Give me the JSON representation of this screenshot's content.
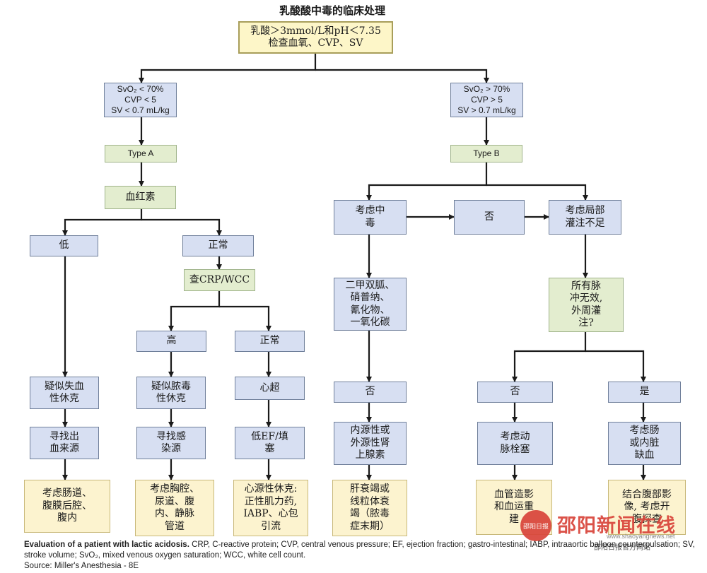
{
  "title": "乳酸酸中毒的临床处理",
  "nodes": {
    "start": "乳酸＞3mmol/L和pH＜7.35\n检查血氧、CVP、SV",
    "left_criteria": "SvO₂ < 70%\nCVP < 5\nSV < 0.7 mL/kg",
    "right_criteria": "SvO₂ > 70%\nCVP > 5\nSV > 0.7 mL/kg",
    "type_a": "Type A",
    "type_b": "Type B",
    "hemoglobin": "血红素",
    "low": "低",
    "normal_hb": "正常",
    "check_crp": "查CRP/WCC",
    "high": "高",
    "normal_crp": "正常",
    "hemorrhagic_shock": "疑似失血\n性休克",
    "find_bleeding": "寻找出\n血来源",
    "bleeding_sites": "考虑肠道、\n腹膜后腔、\n腹内",
    "septic_shock": "疑似脓毒\n性休克",
    "find_infection": "寻找感\n染源",
    "infection_sites": "考虑胸腔、\n尿道、腹\n内、静脉\n管道",
    "echo": "心超",
    "low_ef": "低EF/填\n塞",
    "cardiogenic_shock": "心源性休克:\n正性肌力药,\nIABP、心包\n引流",
    "poisoning": "考虑中\n毒",
    "no_mid": "否",
    "local_hypoperfusion": "考虑局部\n灌注不足",
    "toxins": "二甲双胍、\n硝普纳、\n氰化物、\n一氧化碳",
    "no_toxins": "否",
    "endogenous": "内源性或\n外源性肾\n上腺素",
    "liver_failure": "肝衰竭或\n线粒体衰\n竭（脓毒\n症末期）",
    "pulses_question": "所有脉\n冲无效,\n外周灌\n注?",
    "pulses_no": "否",
    "pulses_yes": "是",
    "arterial_embolism": "考虑动\n脉栓塞",
    "angiography": "血管造影\n和血运重\n建",
    "bowel_ischemia": "考虑肠\n或内脏\n缺血",
    "abdominal_imaging": "结合腹部影\n像, 考虑开\n腹探查"
  },
  "caption": {
    "heading": "Evaluation of a patient with lactic acidosis.",
    "text": " CRP, C-reactive protein; CVP, central venous pressure; EF, ejection fraction; gastro-intestinal; IABP, intraaortic balloon counterpulsation; SV, stroke volume; SvO₂, mixed venous oxygen saturation; WCC, white cell count.",
    "source": "Source: Miller's Anesthesia - 8E"
  },
  "watermark": {
    "logo_text": "邵阳日报",
    "name": "邵阳新闻在线",
    "url": "www.shaoyangnews.net",
    "site": "邵阳日报官方网站"
  },
  "colors": {
    "box_blue": "#d7dff2",
    "box_green": "#e3edcf",
    "box_yellow": "#fcf3cf",
    "line": "#1a1a1a",
    "watermark_red": "#d9443a"
  }
}
